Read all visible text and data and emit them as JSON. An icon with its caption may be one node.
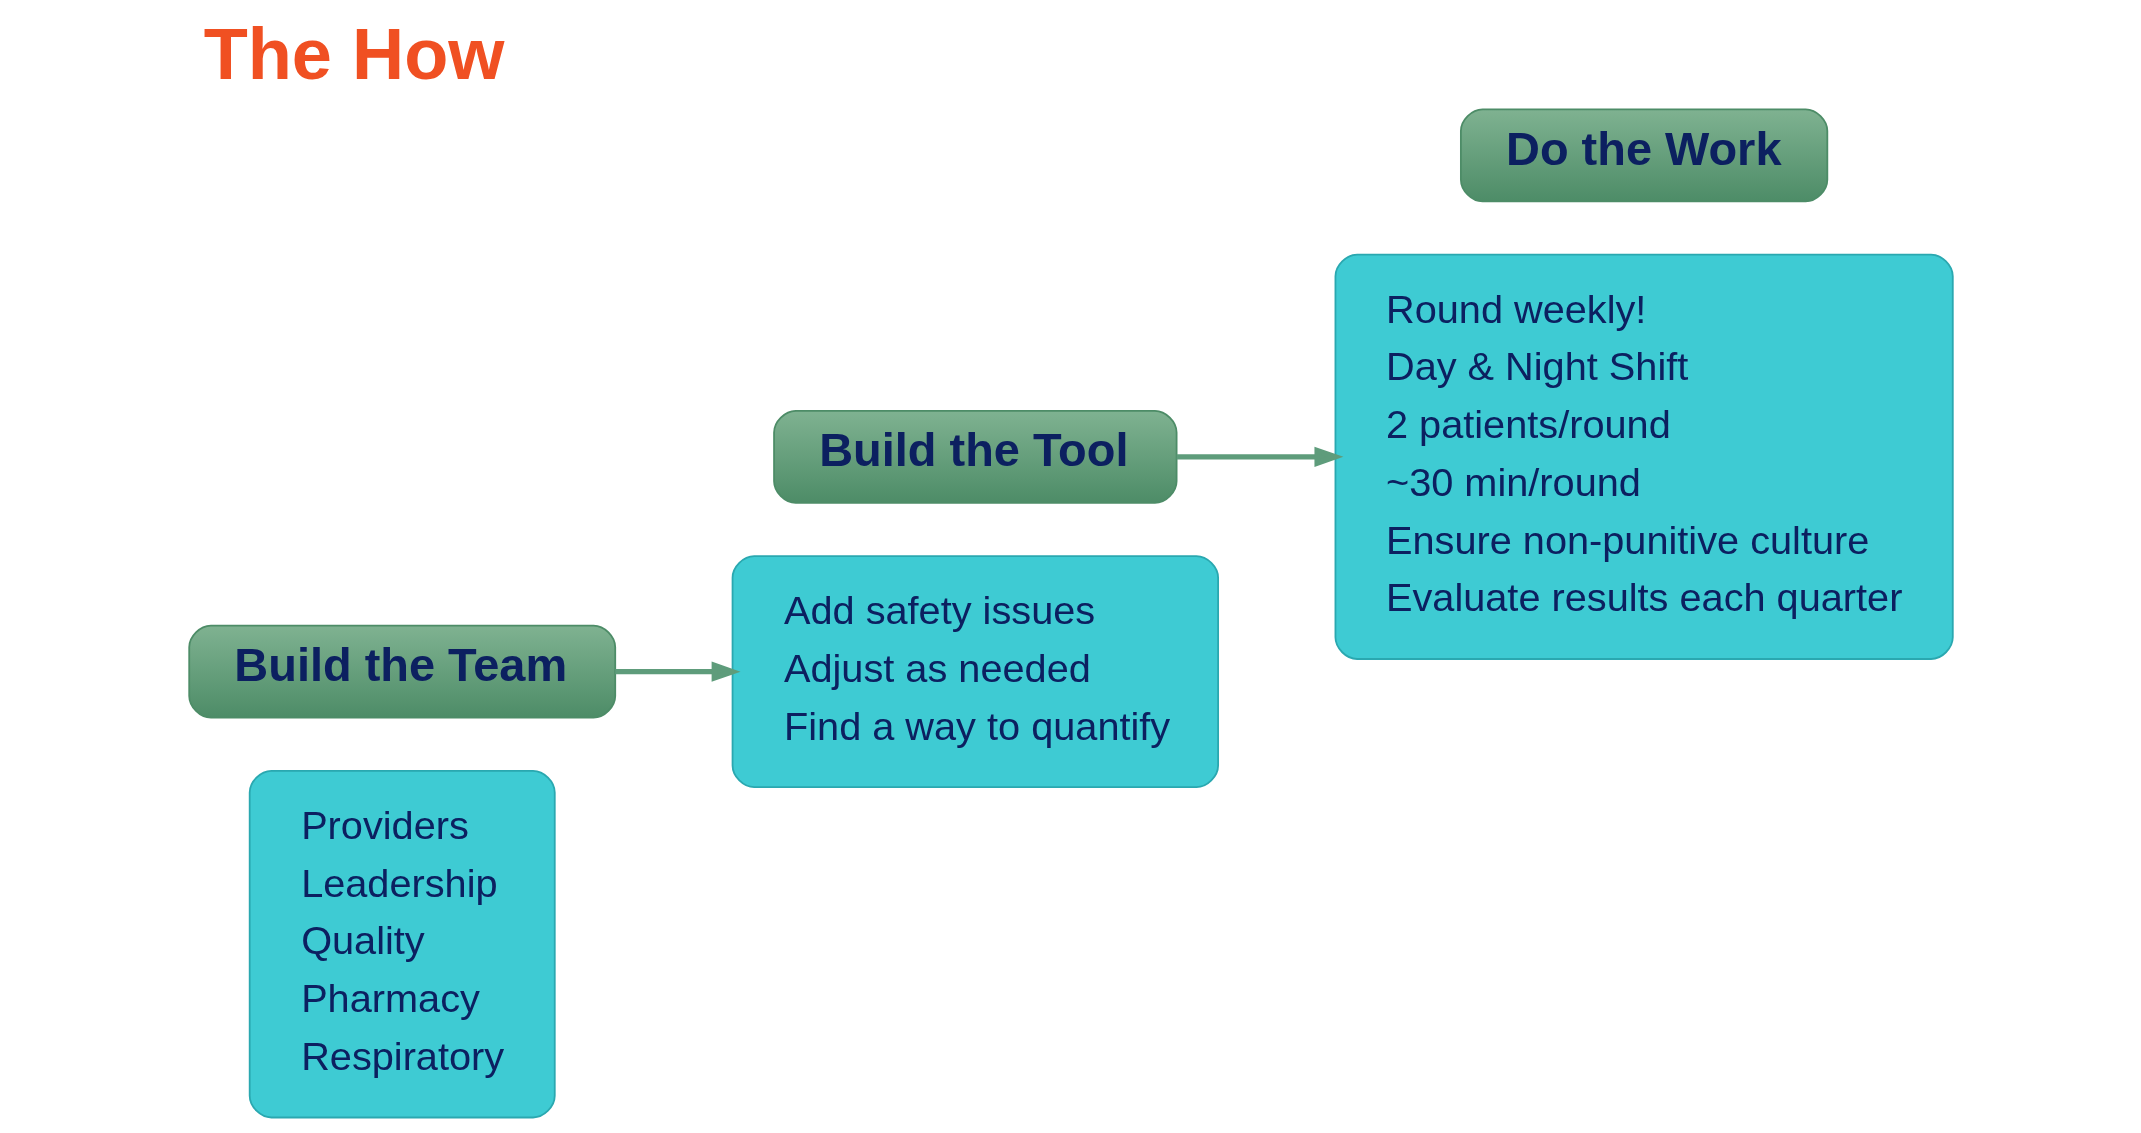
{
  "diagram": {
    "title": "The How",
    "nodes": [
      {
        "text": [
          "Providers",
          "Leadership",
          "Quality",
          "Pharmacy",
          "Respiratory"
        ]
      },
      {
        "text": [
          "Build the Team"
        ]
      },
      {
        "text": [
          "Add safety issues",
          "Adjust as needed",
          "Find a way to quantify"
        ]
      },
      {
        "text": [
          "Build the Tool"
        ]
      },
      {
        "text": [
          "Round weekly!",
          "Day & Night Shift",
          "2 patients/round",
          "~30 min/round",
          "Ensure non-punitive culture",
          "Evaluate results each quarter"
        ]
      },
      {
        "text": [
          "Do the Work"
        ]
      }
    ],
    "edges": [
      {
        "from": 1,
        "to": 2,
        "arrow": "to"
      },
      {
        "from": 3,
        "to": 4,
        "arrow": "to"
      }
    ]
  }
}
